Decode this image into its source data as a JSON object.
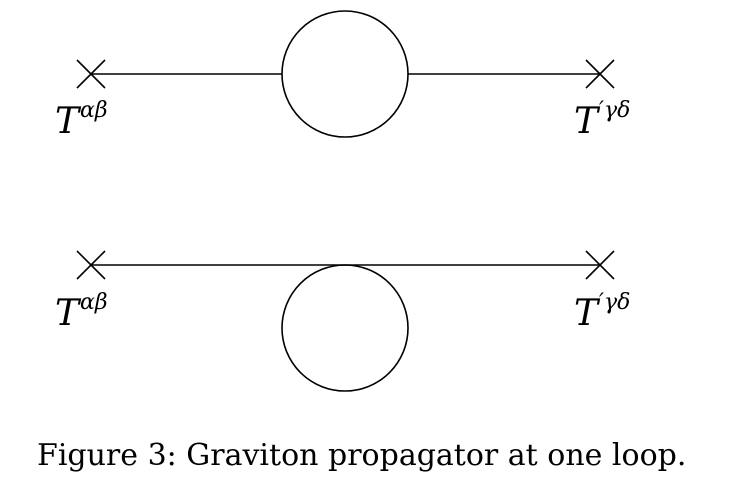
{
  "figure": {
    "caption": "Figure 3: Graviton propagator at one loop.",
    "diagrams": [
      {
        "id": "tadpole-inline",
        "left_label": {
          "base": "T",
          "sup": "αβ"
        },
        "right_label": {
          "base": "T",
          "sup": "′γδ"
        }
      },
      {
        "id": "tadpole-tangent",
        "left_label": {
          "base": "T",
          "sup": "αβ"
        },
        "right_label": {
          "base": "T",
          "sup": "′γδ"
        }
      }
    ]
  }
}
